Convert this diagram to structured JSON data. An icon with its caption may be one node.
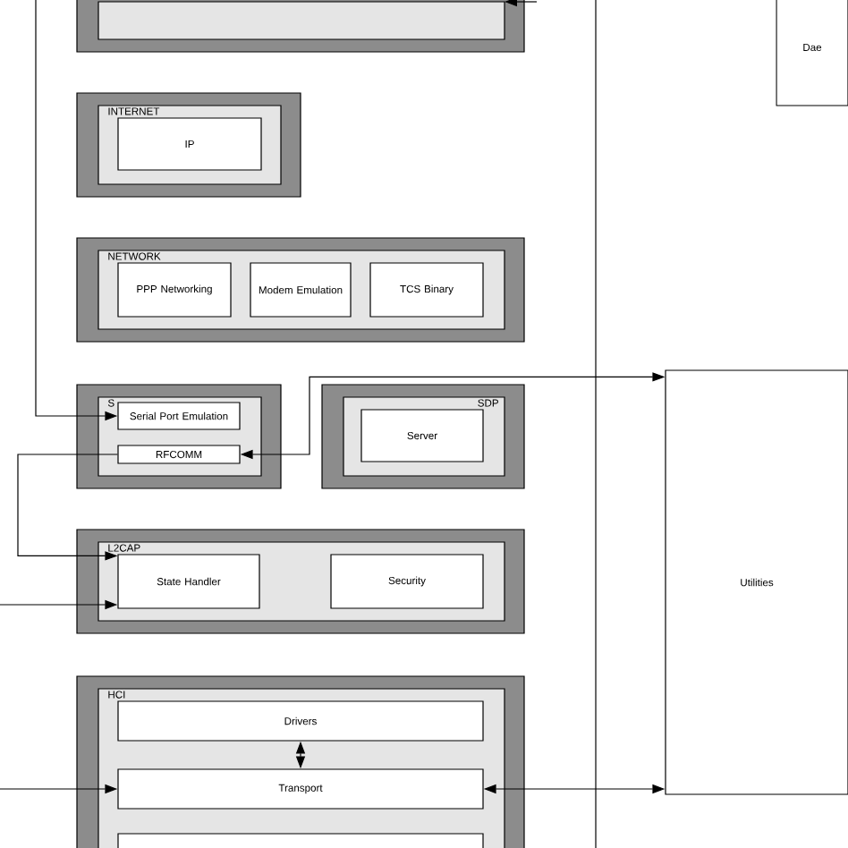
{
  "diagram": {
    "nodes": [
      {
        "text": [],
        "shape": "box"
      },
      {
        "text": [
          "Dae"
        ]
      },
      {
        "text": [
          "INTERNET"
        ]
      },
      {
        "text": [
          "IP"
        ],
        "in": 2
      },
      {
        "text": [
          "NETWORK"
        ]
      },
      {
        "text": [
          "PPP Networking"
        ],
        "in": 4
      },
      {
        "text": [
          "Modem Emulation"
        ],
        "in": 4
      },
      {
        "text": [
          "TCS Binary"
        ],
        "in": 4
      },
      {
        "text": [
          "S"
        ]
      },
      {
        "text": [
          "Serial Port Emulation"
        ],
        "in": 8
      },
      {
        "text": [
          "RFCOMM"
        ],
        "in": 8
      },
      {
        "text": [
          "SDP"
        ]
      },
      {
        "text": [
          "Server"
        ],
        "in": 11
      },
      {
        "text": [
          "Utilities"
        ]
      },
      {
        "text": [
          "L2CAP"
        ]
      },
      {
        "text": [
          "State Handler"
        ],
        "in": 14
      },
      {
        "text": [
          "Security"
        ],
        "in": 14
      },
      {
        "text": [
          "HCI"
        ]
      },
      {
        "text": [
          "Drivers"
        ],
        "in": 17
      },
      {
        "text": [
          "Transport"
        ],
        "in": 17
      },
      {
        "text": [],
        "shape": "box",
        "in": 17
      }
    ],
    "edges": [
      {
        "from": null,
        "to": 9,
        "arrow": "to"
      },
      {
        "from": 13,
        "to": 10,
        "arrow": "both"
      },
      {
        "from": 10,
        "to": 15,
        "arrow": "to"
      },
      {
        "from": null,
        "to": 15,
        "arrow": "to"
      },
      {
        "from": null,
        "to": 19,
        "arrow": "to"
      },
      {
        "from": 19,
        "to": 13,
        "arrow": "both"
      },
      {
        "from": 18,
        "to": 19,
        "arrow": "both"
      },
      {
        "from": null,
        "to": 0,
        "arrow": "to"
      }
    ]
  }
}
